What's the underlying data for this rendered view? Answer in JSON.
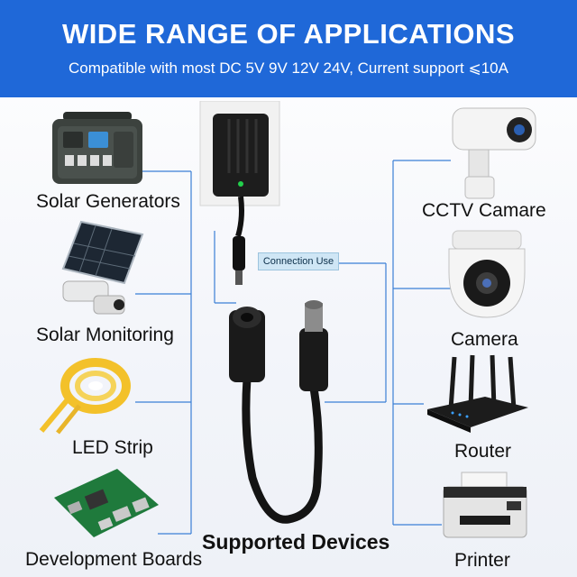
{
  "header": {
    "title": "WIDE RANGE OF APPLICATIONS",
    "subtitle": "Compatible with most DC 5V 9V 12V 24V, Current support ⩽10A"
  },
  "left_devices": [
    {
      "label": "Solar Generators",
      "icon": "power-station-icon"
    },
    {
      "label": "Solar Monitoring",
      "icon": "solar-camera-icon"
    },
    {
      "label": "LED Strip",
      "icon": "led-strip-icon"
    },
    {
      "label": "Development Boards",
      "icon": "circuit-board-icon"
    }
  ],
  "right_devices": [
    {
      "label": "CCTV Camare",
      "icon": "cctv-camera-icon"
    },
    {
      "label": "Camera",
      "icon": "dome-camera-icon"
    },
    {
      "label": "Router",
      "icon": "router-icon"
    },
    {
      "label": "Printer",
      "icon": "printer-icon"
    }
  ],
  "center": {
    "connection_tag": "Connection Use",
    "caption": "Supported Devices"
  },
  "colors": {
    "header_bg": "#1f68d8",
    "connector_line": "#3b7fd6"
  }
}
